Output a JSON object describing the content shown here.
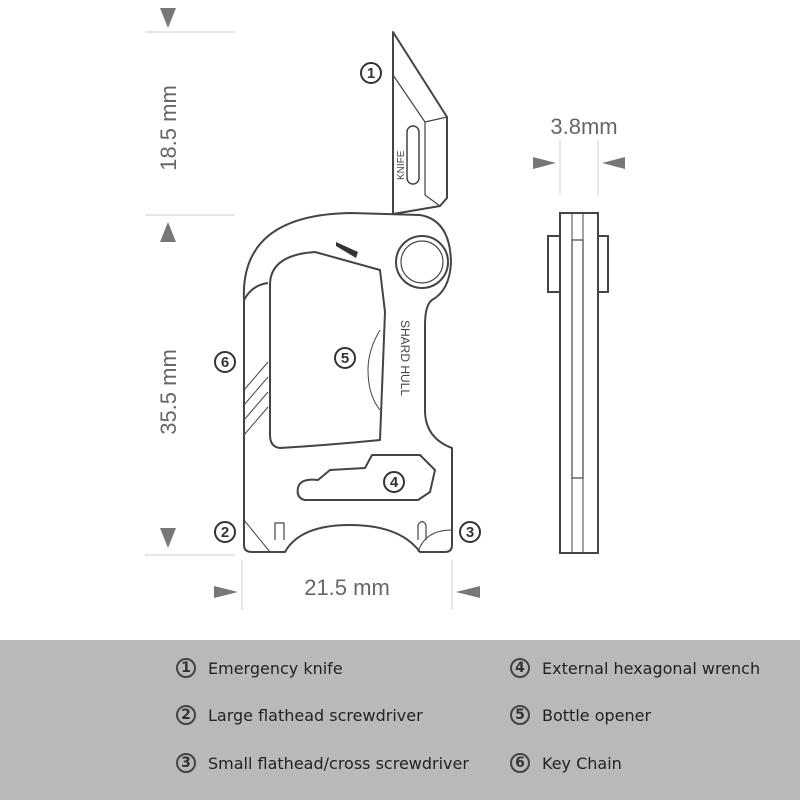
{
  "dimensions": {
    "blade_length": "18.5 mm",
    "body_length": "35.5 mm",
    "width": "21.5 mm",
    "thickness": "3.8mm"
  },
  "blade_engraving": "KNIFE",
  "brand_engraving": "SHARD HULL",
  "callouts": [
    "1",
    "2",
    "3",
    "4",
    "5",
    "6"
  ],
  "legend": [
    {
      "num": "1",
      "label": "Emergency knife"
    },
    {
      "num": "2",
      "label": "Large flathead screwdriver"
    },
    {
      "num": "3",
      "label": "Small flathead/cross screwdriver"
    },
    {
      "num": "4",
      "label": "External hexagonal wrench"
    },
    {
      "num": "5",
      "label": "Bottle opener"
    },
    {
      "num": "6",
      "label": "Key Chain"
    }
  ]
}
